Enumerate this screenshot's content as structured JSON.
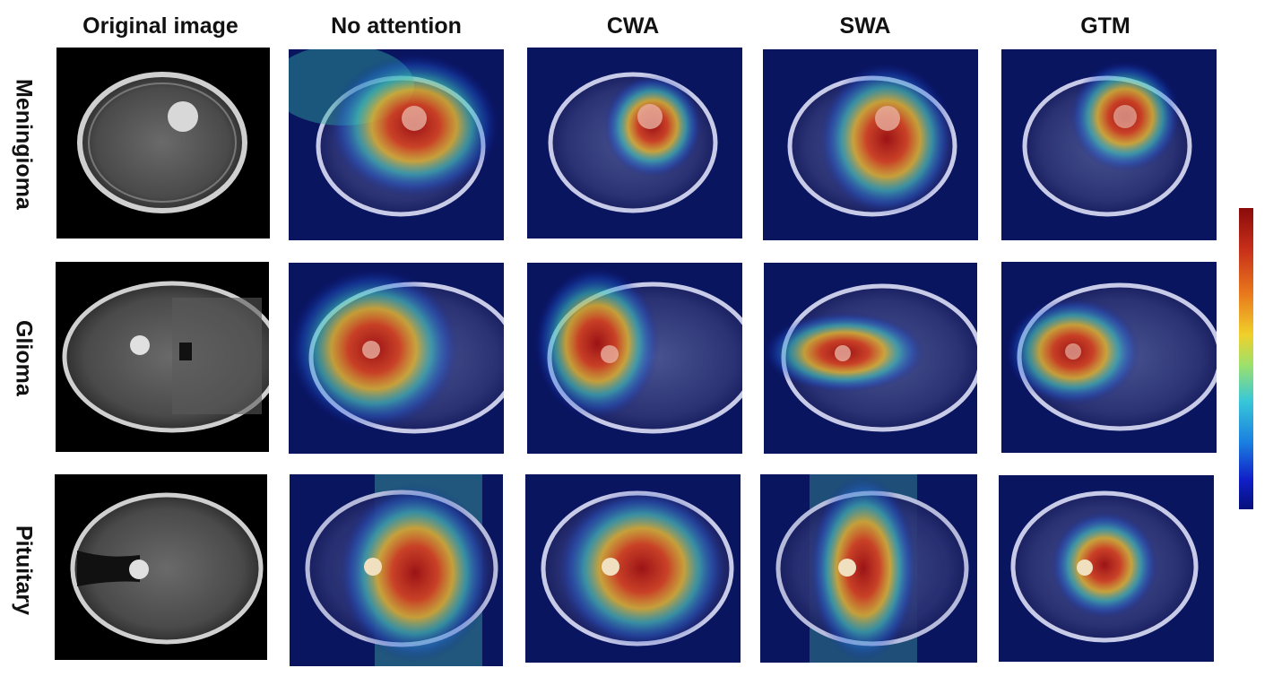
{
  "columns": [
    "Original image",
    "No attention",
    "CWA",
    "SWA",
    "GTM"
  ],
  "rows": [
    "Meningioma",
    "Glioma",
    "Pituitary"
  ],
  "colorbar": {
    "high_color": "#8a0a0a",
    "low_color": "#06107a"
  }
}
